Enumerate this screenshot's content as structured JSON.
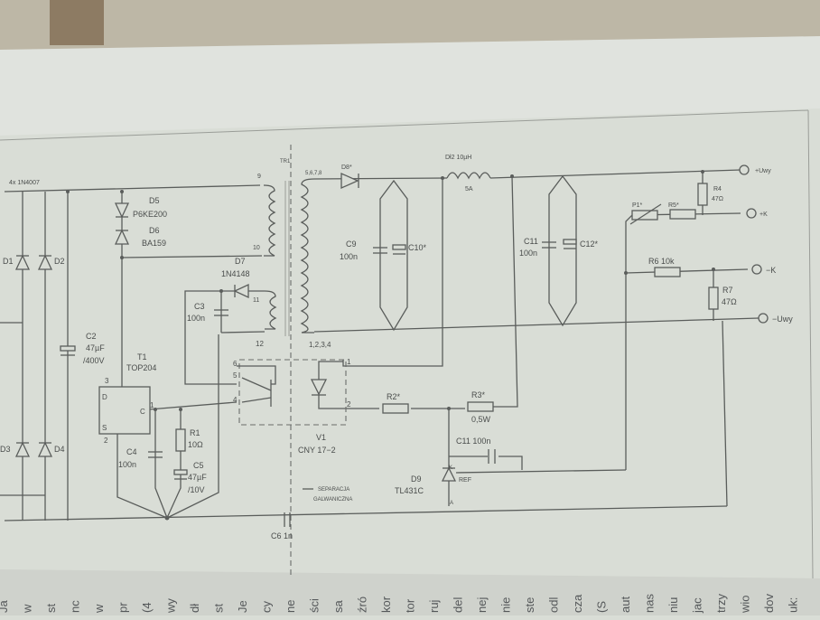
{
  "schematic": {
    "bridge_label": "4x 1N4007",
    "d1": "D1",
    "d2": "D2",
    "d3": "D3",
    "d4": "D4",
    "c2": {
      "name": "C2",
      "value": "47µF",
      "voltage": "/400V"
    },
    "d5": {
      "name": "D5",
      "value": "P6KE200"
    },
    "d6": {
      "name": "D6",
      "value": "BA159"
    },
    "tr1": {
      "name": "TR1",
      "pin9": "9",
      "pin10": "10",
      "pin11": "11",
      "pin12": "12",
      "pin5678": "5,6,7,8",
      "pin1234": "1,2,3,4"
    },
    "d7": {
      "name": "D7",
      "value": "1N4148"
    },
    "c3": {
      "name": "C3",
      "value": "100n"
    },
    "d8": "D8*",
    "c9": {
      "name": "C9",
      "value": "100n"
    },
    "c10": "C10*",
    "dl2": {
      "name": "Dł2 10µH",
      "current": "5A"
    },
    "c11a": {
      "name": "C11",
      "value": "100n"
    },
    "c12": "C12*",
    "out_pos": "+Uwy",
    "r4": {
      "name": "R4",
      "value": "47Ω"
    },
    "p1": "P1*",
    "r5": "R5*",
    "k_pos": "+K",
    "r6": "R6 10k",
    "k_neg": "−K",
    "r7": {
      "name": "R7",
      "value": "47Ω"
    },
    "out_neg": "−Uwy",
    "t1": {
      "name": "T1",
      "value": "TOP204",
      "pin_d": "D",
      "pin_c": "C",
      "pin_s": "S",
      "pin3": "3",
      "pin1": "1",
      "pin2": "2"
    },
    "c4": {
      "name": "C4",
      "value": "100n"
    },
    "r1": {
      "name": "R1",
      "value": "10Ω"
    },
    "c5": {
      "name": "C5",
      "value": "47µF",
      "voltage": "/10V"
    },
    "v1": {
      "name": "V1",
      "value": "CNY 17−2",
      "p6": "6",
      "p5": "5",
      "p4": "4",
      "p1": "1",
      "p2": "2"
    },
    "r2": "R2*",
    "r3": {
      "name": "R3*",
      "value": "0,5W"
    },
    "c11b": "C11 100n",
    "d9": {
      "name": "D9",
      "value": "TL431C",
      "k": "K",
      "ref": "REF",
      "a": "A"
    },
    "separation": [
      "SEPARACJA",
      "GALWANICZNA"
    ],
    "c6": "C6 1n"
  },
  "facing_page_fragments": [
    "Ja",
    "w",
    "st",
    "nc",
    "w",
    "pr",
    "(4",
    "wy",
    "dł",
    "st",
    "Je",
    "cy",
    "ne",
    "ści",
    "sa",
    "źró",
    "kor",
    "tor",
    "ruj",
    "del",
    "nej",
    "nie",
    "ste",
    "odl",
    "cza",
    "(S",
    "aut",
    "nas",
    "niu",
    "jac",
    "trzy",
    "wio",
    "dov",
    "uk:"
  ]
}
